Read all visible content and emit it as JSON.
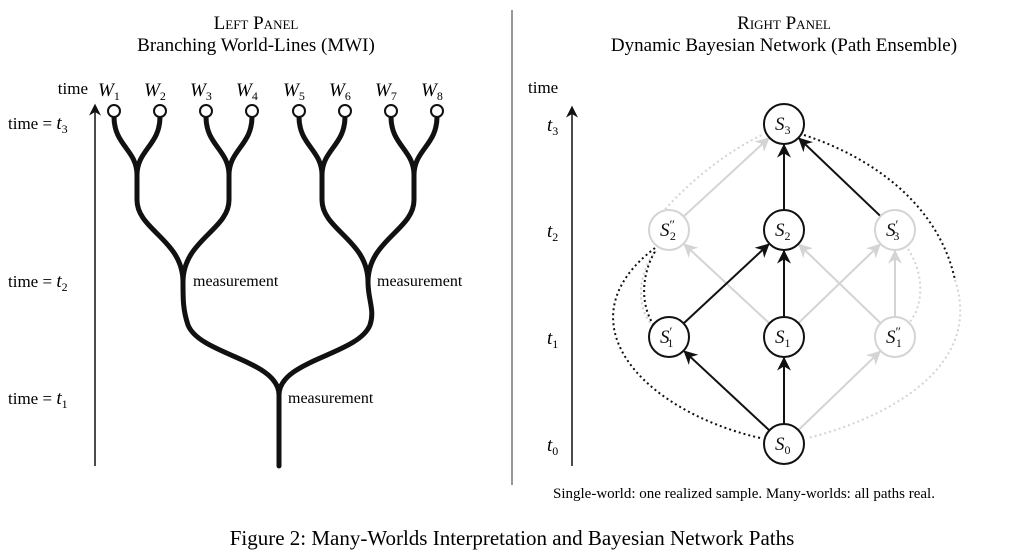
{
  "left_panel": {
    "title": "Left Panel",
    "subtitle": "Branching World-Lines (MWI)",
    "axis_label": "time",
    "time_labels": [
      {
        "id": "t3",
        "text": "time = ",
        "var": "t",
        "sub": "3"
      },
      {
        "id": "t2",
        "text": "time = ",
        "var": "t",
        "sub": "2"
      },
      {
        "id": "t1",
        "text": "time = ",
        "var": "t",
        "sub": "1"
      }
    ],
    "worlds": [
      {
        "var": "W",
        "sub": "1"
      },
      {
        "var": "W",
        "sub": "2"
      },
      {
        "var": "W",
        "sub": "3"
      },
      {
        "var": "W",
        "sub": "4"
      },
      {
        "var": "W",
        "sub": "5"
      },
      {
        "var": "W",
        "sub": "6"
      },
      {
        "var": "W",
        "sub": "7"
      },
      {
        "var": "W",
        "sub": "8"
      }
    ],
    "branch_labels": [
      "measurement",
      "measurement",
      "measurement"
    ]
  },
  "right_panel": {
    "title": "Right Panel",
    "subtitle": "Dynamic Bayesian Network (Path Ensemble)",
    "axis_label": "time",
    "time_labels": [
      {
        "var": "t",
        "sub": "3"
      },
      {
        "var": "t",
        "sub": "2"
      },
      {
        "var": "t",
        "sub": "1"
      },
      {
        "var": "t",
        "sub": "0"
      }
    ],
    "nodes": [
      {
        "id": "S3",
        "var": "S",
        "sub": "3",
        "prime": "",
        "realized": true
      },
      {
        "id": "S2pp",
        "var": "S",
        "sub": "2",
        "prime": "″",
        "realized": false
      },
      {
        "id": "S2",
        "var": "S",
        "sub": "2",
        "prime": "",
        "realized": true
      },
      {
        "id": "S3p",
        "var": "S",
        "sub": "3",
        "prime": "′",
        "realized": false
      },
      {
        "id": "S1p",
        "var": "S",
        "sub": "1",
        "prime": "′",
        "realized": true
      },
      {
        "id": "S1",
        "var": "S",
        "sub": "1",
        "prime": "",
        "realized": true
      },
      {
        "id": "S1pp",
        "var": "S",
        "sub": "1",
        "prime": "″",
        "realized": false
      },
      {
        "id": "S0",
        "var": "S",
        "sub": "0",
        "prime": "",
        "realized": true
      }
    ],
    "edges_realized": [
      [
        "S0",
        "S1p"
      ],
      [
        "S0",
        "S1"
      ],
      [
        "S1p",
        "S2"
      ],
      [
        "S1",
        "S2"
      ],
      [
        "S2",
        "S3"
      ],
      [
        "S3p",
        "S3"
      ]
    ],
    "edges_possible": [
      [
        "S0",
        "S1pp"
      ],
      [
        "S1",
        "S2pp"
      ],
      [
        "S1",
        "S3p"
      ],
      [
        "S1pp",
        "S2"
      ],
      [
        "S1pp",
        "S3p"
      ],
      [
        "S2pp",
        "S3"
      ]
    ],
    "note": "Single-world: one realized sample. Many-worlds: all paths real."
  },
  "caption": "Figure 2: Many-Worlds Interpretation and Bayesian Network Paths",
  "colors": {
    "ink": "#111111",
    "ghost": "#d4d4d4",
    "divider": "#777777"
  }
}
